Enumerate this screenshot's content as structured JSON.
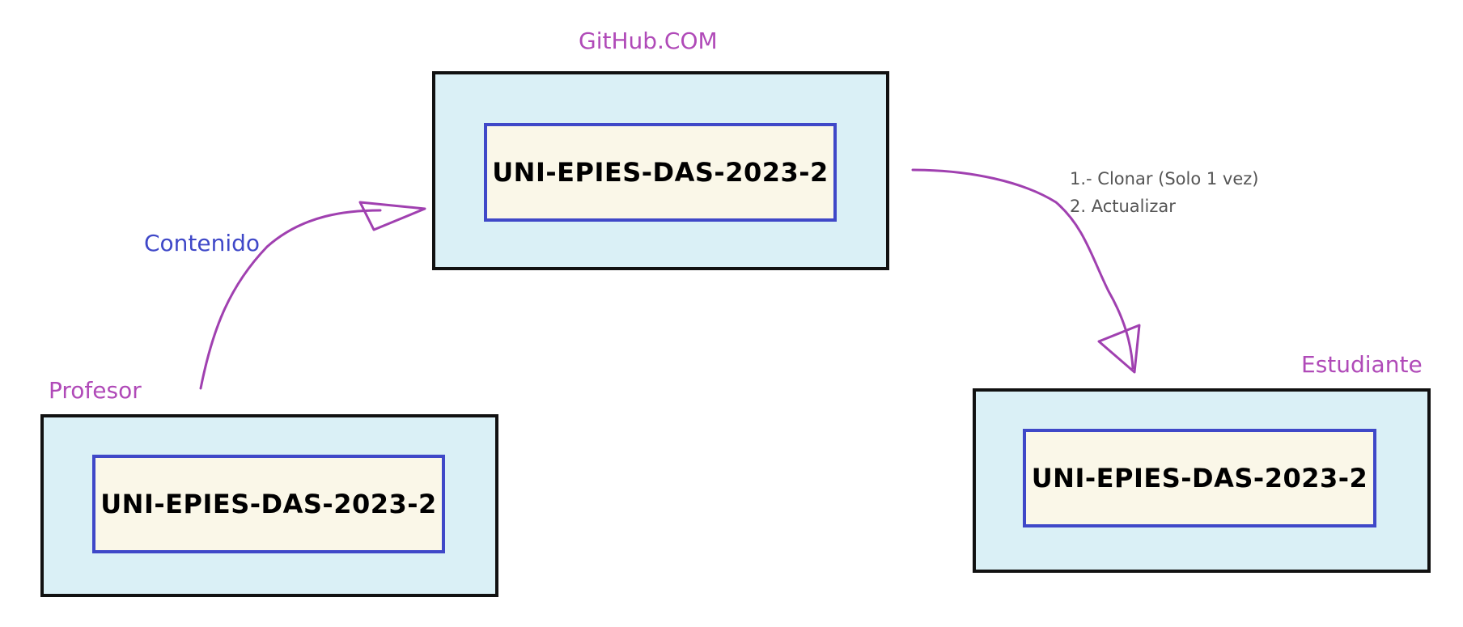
{
  "colors": {
    "outer_fill": "#daf0f6",
    "outer_border": "#111111",
    "inner_fill": "#faf7e8",
    "inner_border": "#3f48c8",
    "purple_label": "#b04ab8",
    "blue_label": "#3f48c8",
    "arrow": "#a040b0",
    "steps_text": "#555555"
  },
  "github": {
    "label": "GitHub.COM",
    "repo": "UNI-EPIES-DAS-2023-2"
  },
  "profesor": {
    "label": "Profesor",
    "repo": "UNI-EPIES-DAS-2023-2"
  },
  "estudiante": {
    "label": "Estudiante",
    "repo": "UNI-EPIES-DAS-2023-2"
  },
  "arrows": {
    "contenido_label": "Contenido",
    "steps": [
      "1.- Clonar (Solo 1 vez)",
      "2. Actualizar"
    ]
  }
}
